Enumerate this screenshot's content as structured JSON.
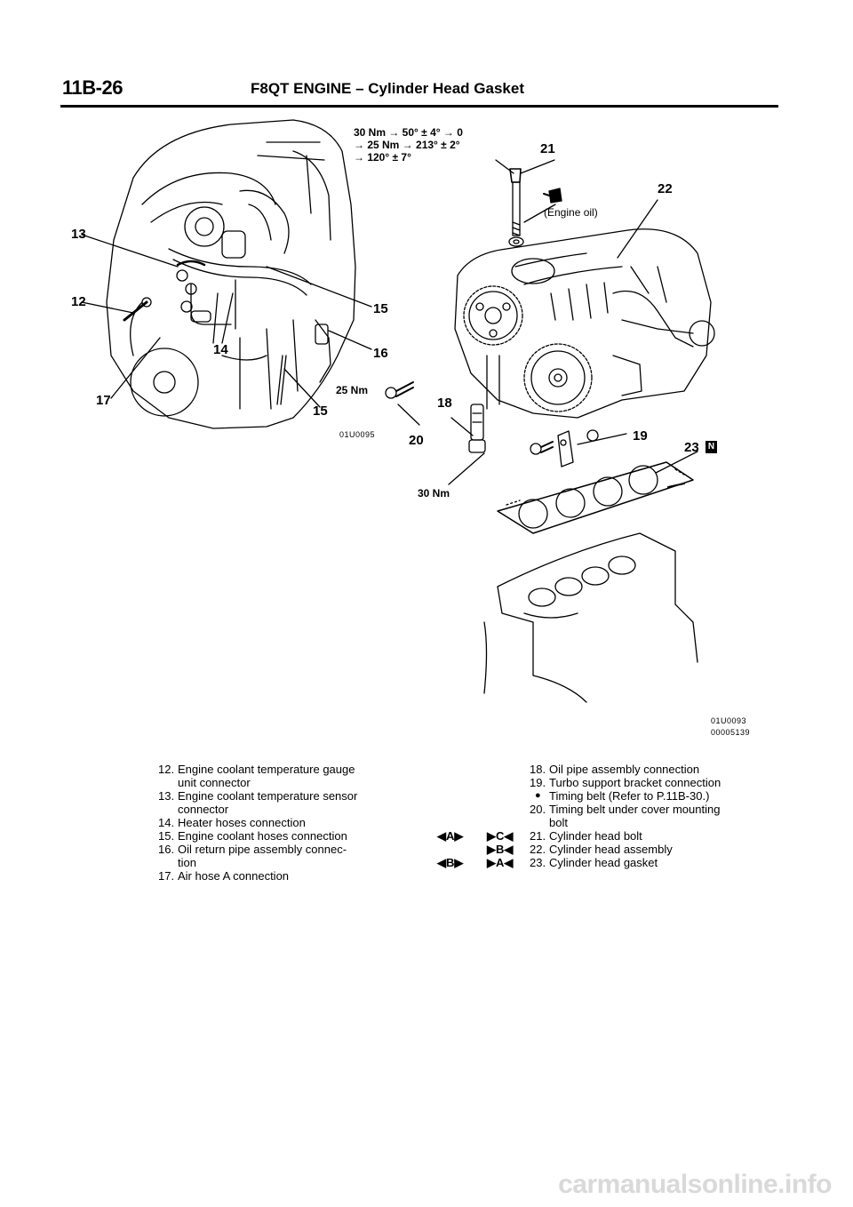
{
  "header": {
    "page_number": "11B-26",
    "title": "F8QT ENGINE – Cylinder Head Gasket"
  },
  "diagram": {
    "torque_spec": [
      "30 Nm → 50° ± 4° → 0",
      "→ 25 Nm → 213° ± 2°",
      "→ 120° ± 7°"
    ],
    "oil_note": "(Engine oil)",
    "torque_25": "25 Nm",
    "torque_30": "30 Nm",
    "fig_code_left": "01U0095",
    "fig_code_right": [
      "01U0093",
      "00005139"
    ],
    "callouts": {
      "c12": "12",
      "c13": "13",
      "c14": "14",
      "c15a": "15",
      "c15b": "15",
      "c16": "16",
      "c17": "17",
      "c18": "18",
      "c19": "19",
      "c20": "20",
      "c21": "21",
      "c22": "22",
      "c23": "23"
    },
    "new_part_mark": "N"
  },
  "legend_left": [
    {
      "num": "12.",
      "text": "Engine coolant temperature gauge",
      "cont": "unit connector"
    },
    {
      "num": "13.",
      "text": "Engine coolant temperature sensor",
      "cont": "connector"
    },
    {
      "num": "14.",
      "text": "Heater hoses connection"
    },
    {
      "num": "15.",
      "text": "Engine coolant hoses connection"
    },
    {
      "num": "16.",
      "text": "Oil return pipe assembly connec-",
      "cont": "tion"
    },
    {
      "num": "17.",
      "text": "Air hose A connection"
    }
  ],
  "legend_right": [
    {
      "num": "18.",
      "text": "Oil pipe assembly connection"
    },
    {
      "num": "19.",
      "text": "Turbo support bracket connection"
    },
    {
      "num": "●",
      "text": "Timing belt (Refer to P.11B-30.)"
    },
    {
      "num": "20.",
      "text": "Timing belt under cover mounting",
      "cont": "bolt"
    },
    {
      "num": "21.",
      "text": "Cylinder head bolt"
    },
    {
      "num": "22.",
      "text": "Cylinder head assembly"
    },
    {
      "num": "23.",
      "text": "Cylinder head gasket"
    }
  ],
  "service_marks": {
    "r21_removal": "◀A▶",
    "r21_install": "▶C◀",
    "r22_install": "▶B◀",
    "r23_removal": "◀B▶",
    "r23_install": "▶A◀"
  },
  "watermark": "carmanualsonline.info"
}
